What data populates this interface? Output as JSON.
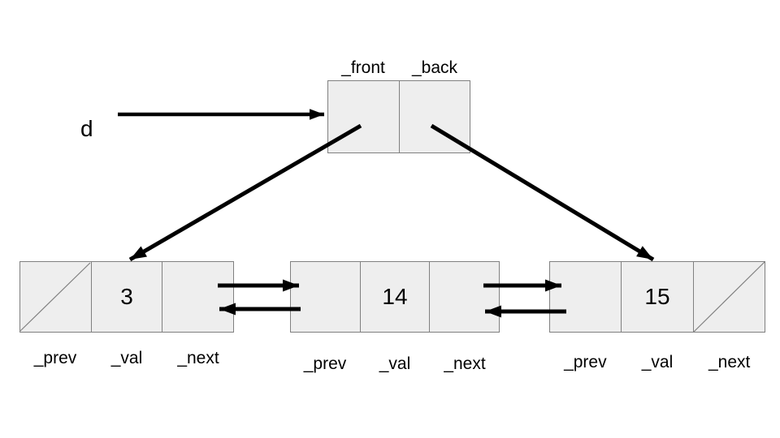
{
  "diagram": {
    "variable_label": "d",
    "deque": {
      "front_label": "_front",
      "back_label": "_back"
    },
    "nodes": [
      {
        "value": "3",
        "prev_is_null": true,
        "next_is_null": false,
        "fields": {
          "prev": "_prev",
          "val": "_val",
          "next": "_next"
        }
      },
      {
        "value": "14",
        "prev_is_null": false,
        "next_is_null": false,
        "fields": {
          "prev": "_prev",
          "val": "_val",
          "next": "_next"
        }
      },
      {
        "value": "15",
        "prev_is_null": false,
        "next_is_null": true,
        "fields": {
          "prev": "_prev",
          "val": "_val",
          "next": "_next"
        }
      }
    ],
    "arrows": [
      {
        "from": "d",
        "to": "deque-object"
      },
      {
        "from": "deque._front",
        "to": "node-3"
      },
      {
        "from": "deque._back",
        "to": "node-15"
      },
      {
        "from": "node-3._next",
        "to": "node-14"
      },
      {
        "from": "node-14._prev",
        "to": "node-3"
      },
      {
        "from": "node-14._next",
        "to": "node-15"
      },
      {
        "from": "node-15._prev",
        "to": "node-14"
      }
    ]
  },
  "colors": {
    "background": "#ffffff",
    "cell_fill": "#eeeeee",
    "cell_border": "#808080",
    "arrow": "#000000"
  }
}
